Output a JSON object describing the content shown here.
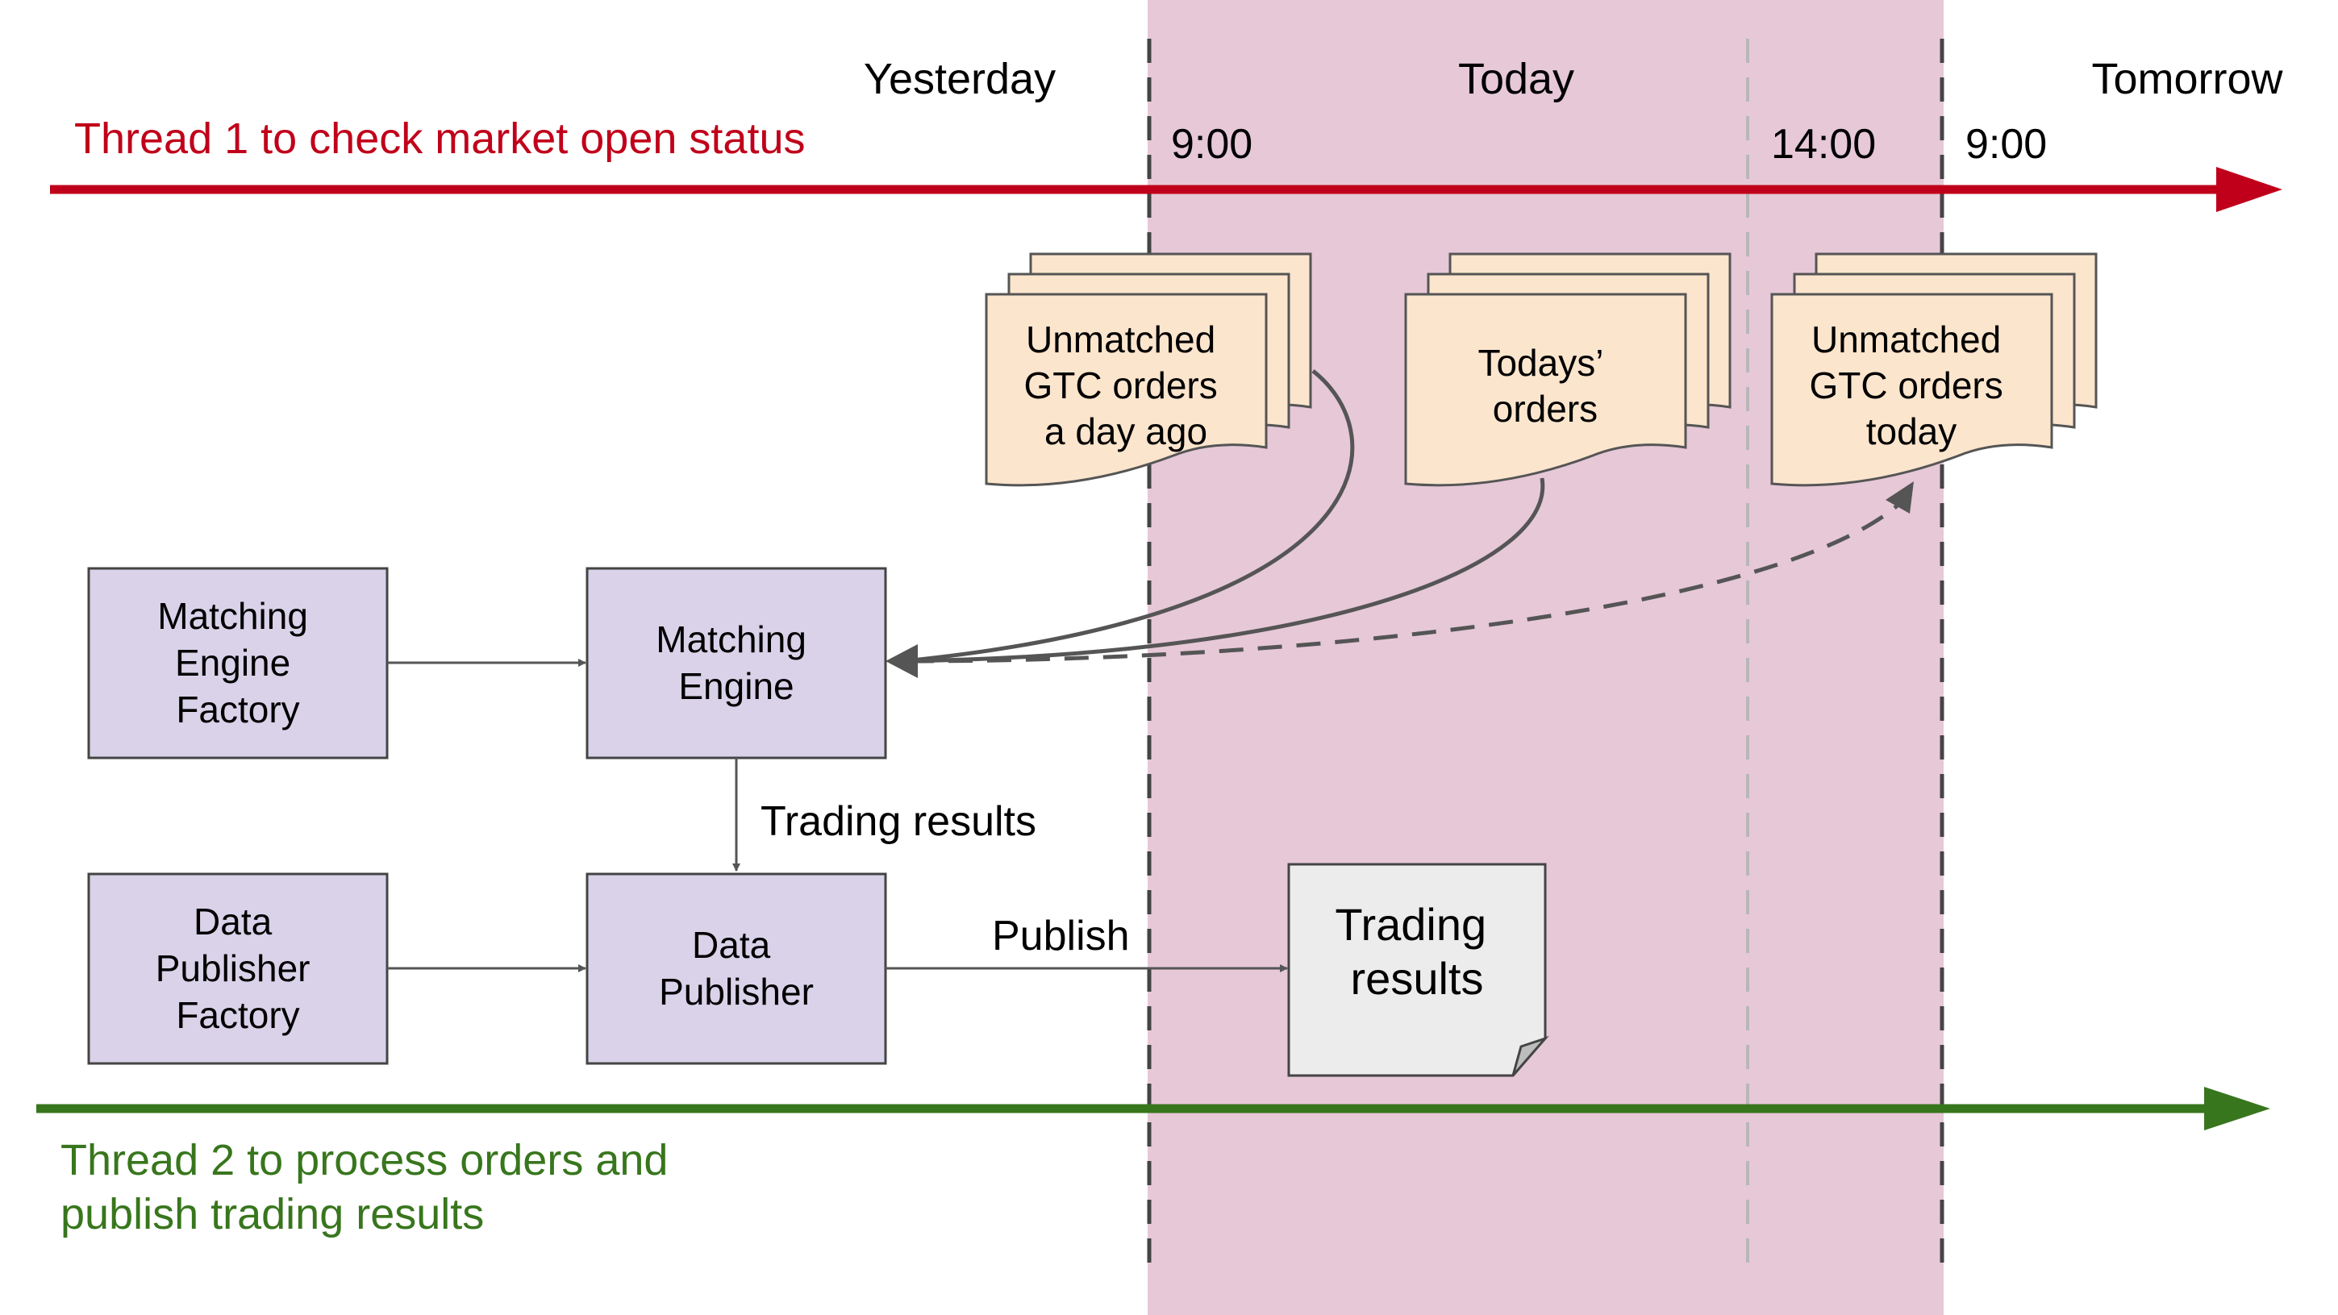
{
  "periods": {
    "yesterday": "Yesterday",
    "today": "Today",
    "tomorrow": "Tomorrow"
  },
  "times": {
    "t1": "9:00",
    "t2": "14:00",
    "t3": "9:00"
  },
  "threads": {
    "thread1": {
      "label": "Thread 1 to check market open status",
      "color": "#c0001a"
    },
    "thread2": {
      "line1": "Thread 2 to process orders and",
      "line2": "publish trading results",
      "color": "#38761d"
    }
  },
  "order_stacks": {
    "unmatched_yesterday": [
      "Unmatched",
      "GTC orders",
      "a day ago"
    ],
    "todays": [
      "Todays’",
      "orders"
    ],
    "unmatched_today": [
      "Unmatched",
      "GTC orders",
      "today"
    ]
  },
  "boxes": {
    "matching_engine_factory": [
      "Matching",
      "Engine",
      "Factory"
    ],
    "matching_engine": [
      "Matching",
      "Engine"
    ],
    "data_publisher_factory": [
      "Data",
      "Publisher",
      "Factory"
    ],
    "data_publisher": [
      "Data",
      "Publisher"
    ]
  },
  "edges": {
    "trading_results": "Trading results",
    "publish": "Publish"
  },
  "output_doc": [
    "Trading",
    "results"
  ],
  "colors": {
    "today_band": "#e6c8d7",
    "box_fill": "#d9d2e9",
    "order_fill": "#fce5cd",
    "doc_fill": "#ececec"
  }
}
